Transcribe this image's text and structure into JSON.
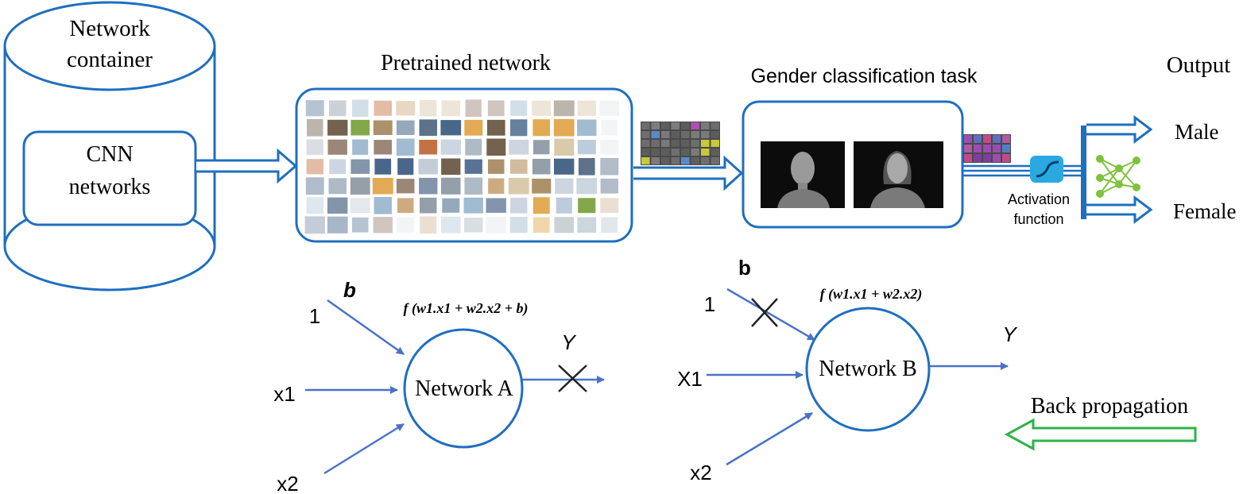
{
  "container": {
    "title_line1": "Network",
    "title_line2": "container",
    "inner_line1": "CNN",
    "inner_line2": "networks"
  },
  "pretrained": {
    "title": "Pretrained  network"
  },
  "gender_task": {
    "title": "Gender classification task"
  },
  "output": {
    "title": "Output",
    "male": "Male",
    "female": "Female",
    "activation_line1": "Activation",
    "activation_line2": "function"
  },
  "network_a": {
    "label": "Network A",
    "formula": "f (w1.x1 + w2.x2 + b)",
    "bias_label": "b",
    "input_one": "1",
    "input_x1": "x1",
    "input_x2": "x2",
    "output_label": "Y"
  },
  "network_b": {
    "label": "Network B",
    "formula": "f (w1.x1 + w2.x2)",
    "bias_label": "b",
    "input_one": "1",
    "input_x1": "X1",
    "input_x2": "x2",
    "output_label": "Y"
  },
  "backprop": {
    "label": "Back propagation"
  },
  "colors": {
    "frame_blue": "#1f6fbf",
    "arrow_blue": "#4a72c8",
    "back_green": "#2db34a",
    "activation_cyan": "#29a9e0",
    "mini_net_green": "#7fc23b"
  }
}
